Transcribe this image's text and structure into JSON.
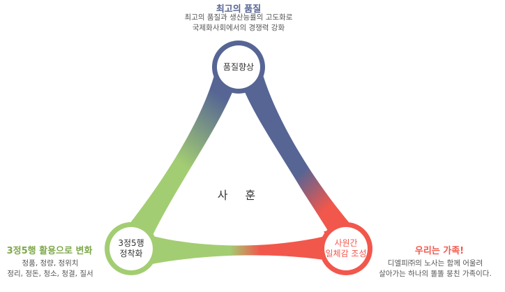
{
  "colors": {
    "top": "#566594",
    "left": "#a3cd72",
    "right": "#f2574c",
    "text_dark": "#333333",
    "text_gray": "#555555"
  },
  "center": {
    "label": "사 훈"
  },
  "nodes": {
    "top": {
      "circle_label": "품질향상",
      "title": "최고의 품질",
      "desc_lines": [
        "최고의 품질과 생산능률의 고도화로",
        "국제화사회에서의 경쟁력 강화"
      ]
    },
    "left": {
      "circle_label_lines": [
        "3정5행",
        "정착화"
      ],
      "title": "3정5행 활용으로 변화",
      "desc_lines": [
        "정품, 정량, 정위치",
        "정리, 정돈, 청소, 청결, 질서"
      ]
    },
    "right": {
      "circle_label_lines": [
        "사원간",
        "일체감 조성"
      ],
      "title": "우리는 가족!",
      "desc_lines": [
        "디엘피㈜의 노사는 함께 어울려",
        "살아가는 하나의 똘똘 뭉친 가족이다."
      ]
    }
  }
}
